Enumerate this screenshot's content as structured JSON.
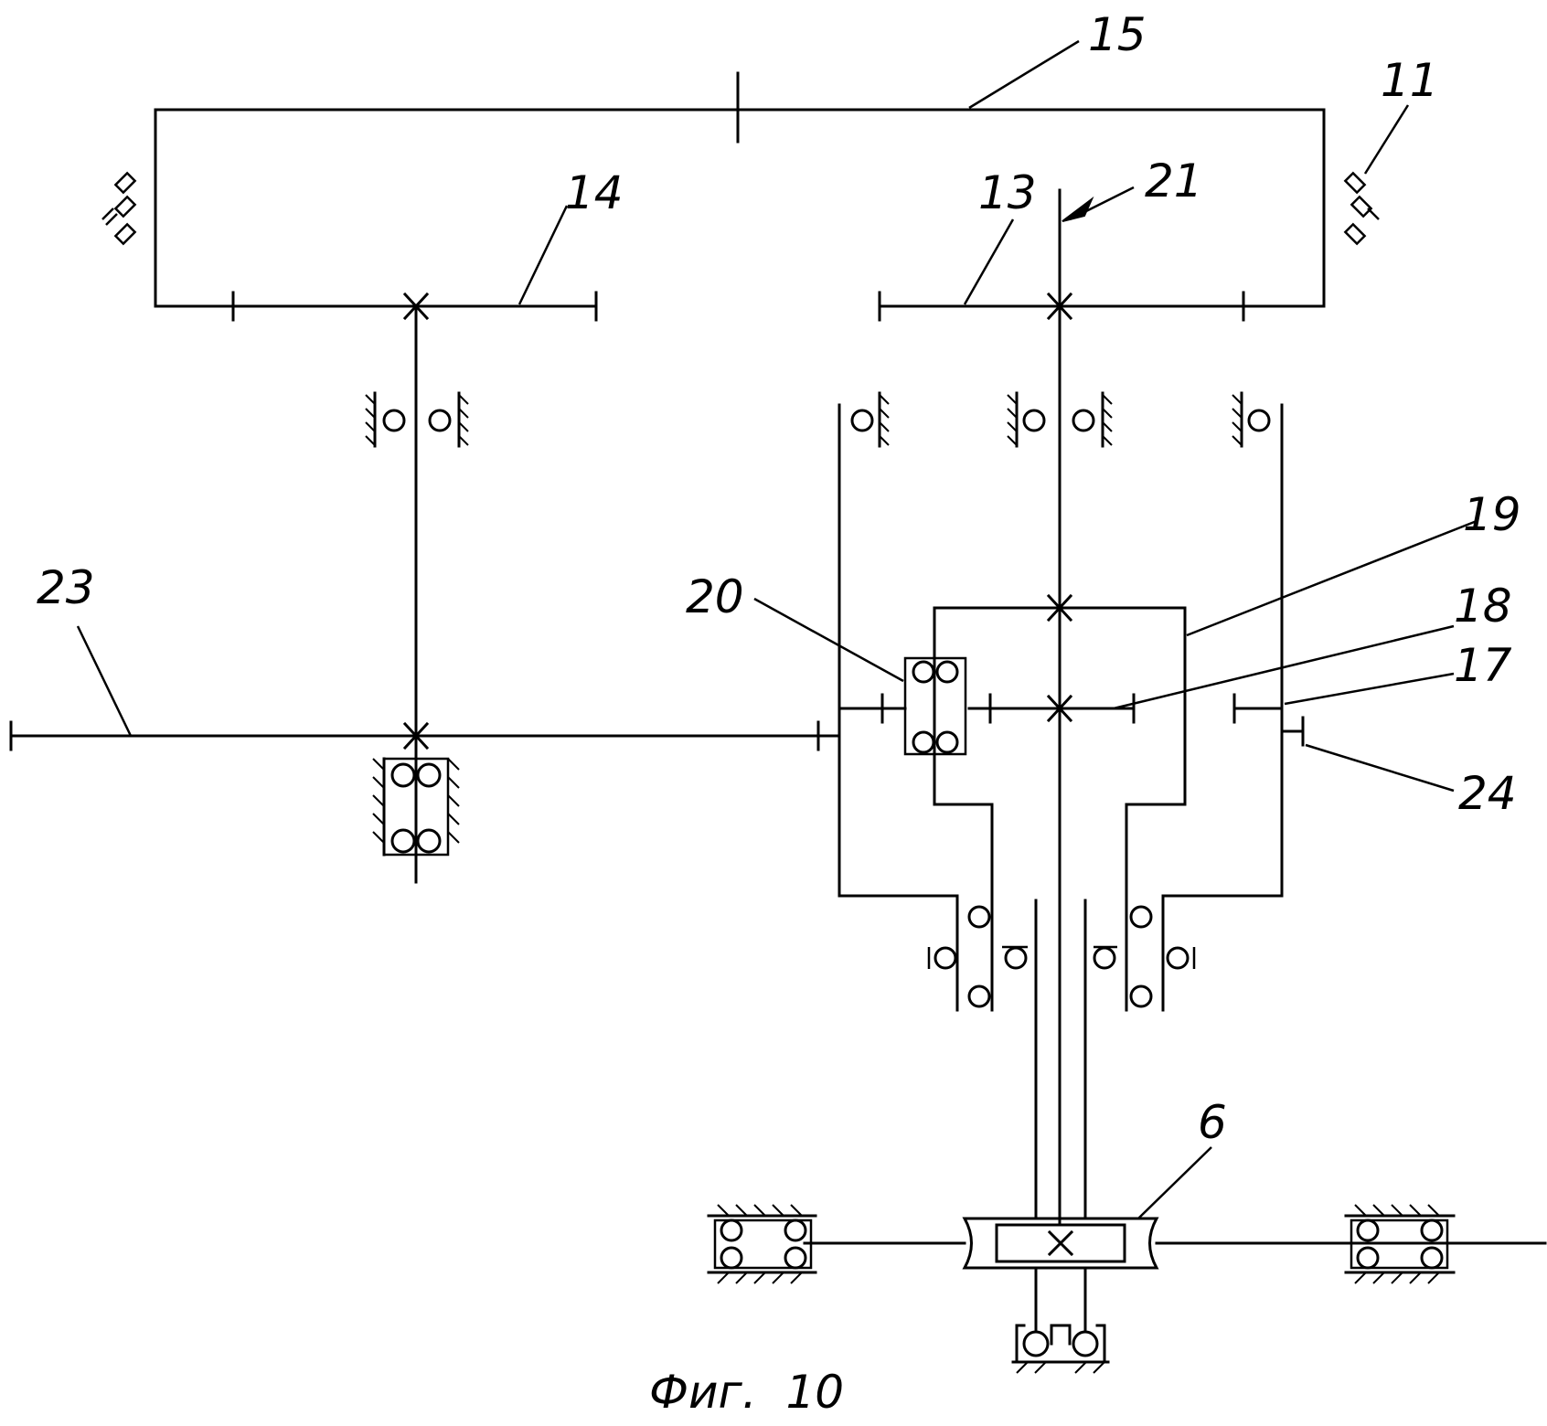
{
  "labels": {
    "l15": "15",
    "l11": "11",
    "l14": "14",
    "l13": "13",
    "l21": "21",
    "l19": "19",
    "l23": "23",
    "l20": "20",
    "l18": "18",
    "l17": "17",
    "l24": "24",
    "l6": "6"
  },
  "caption": "Фиг.  10"
}
